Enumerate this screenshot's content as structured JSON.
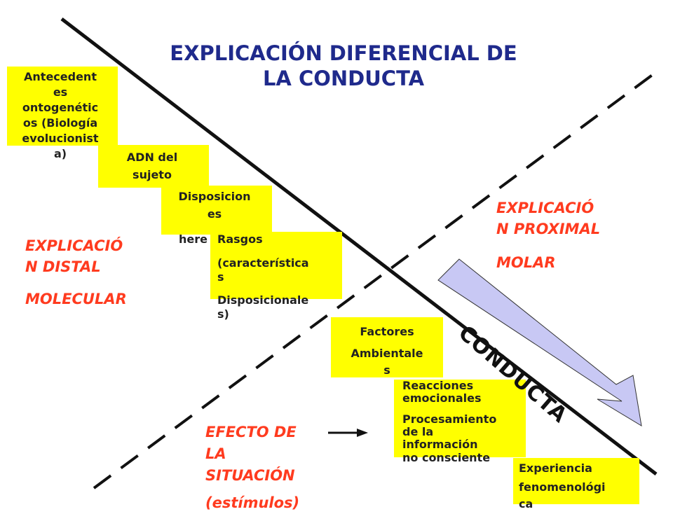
{
  "title": {
    "line1": "EXPLICACIÓN DIFERENCIAL DE",
    "line2": "LA CONDUCTA"
  },
  "boxes": {
    "antecedentes": [
      "Antecedent",
      "es",
      "ontogenétic",
      "os (Biología",
      "evolucionist",
      "a)"
    ],
    "adn": [
      "ADN del",
      "sujeto"
    ],
    "disposiciones": [
      "Disposicion",
      "es",
      "here"
    ],
    "rasgos": [
      "Rasgos",
      "(característica",
      "s",
      "Disposicionale",
      "s)"
    ],
    "factores": [
      "Factores",
      "Ambientale",
      "s"
    ],
    "reacciones": [
      "Reacciones",
      "emocionales",
      "Procesamiento",
      "de la",
      "información",
      "no consciente"
    ],
    "experiencia": [
      "Experiencia",
      "fenomenológi",
      "ca"
    ]
  },
  "labels": {
    "proximal": [
      "EXPLICACIÓ",
      "N PROXIMAL",
      "MOLAR"
    ],
    "distal": [
      "EXPLICACIÓ",
      "N DISTAL",
      "MOLECULAR"
    ],
    "efecto": [
      "EFECTO DE",
      "LA",
      "SITUACIÓN",
      "(estímulos)"
    ]
  },
  "arrow_label": "CONDUCTA",
  "colors": {
    "title": "#1f2a8c",
    "box": "#ffff00",
    "label": "#ff3b1f",
    "arrow_fill": "#c8c8f4"
  }
}
